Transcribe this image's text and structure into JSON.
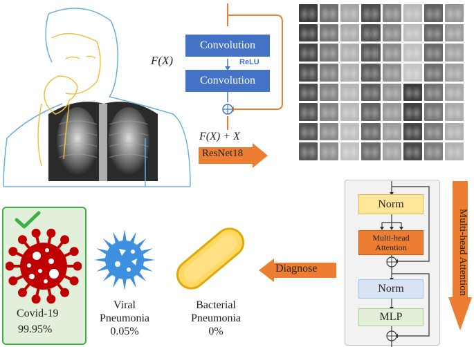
{
  "resnet_block": {
    "fx_label": "F(X)",
    "conv1_label": "Convolution",
    "relu_label": "ReLU",
    "conv2_label": "Convolution",
    "sum_label": "F(X) + X",
    "arrow_label": "ResNet18"
  },
  "transformer_block": {
    "norm1_label": "Norm",
    "mha_label_line1": "Multi-head",
    "mha_label_line2": "Attention",
    "norm2_label": "Norm",
    "mlp_label": "MLP",
    "side_arrow_label": "Multi-head Attention"
  },
  "diagnose_arrow_label": "Diagnose",
  "results": [
    {
      "name_line1": "Covid-19",
      "name_line2": "",
      "value": "99.95%"
    },
    {
      "name_line1": "Viral",
      "name_line2": "Pneumonia",
      "value": "0.05%"
    },
    {
      "name_line1": "Bacterial",
      "name_line2": "Pneumonia",
      "value": "0%"
    }
  ],
  "colors": {
    "conv_blue": "#4472c4",
    "orange": "#ed7d31",
    "norm_yellow": "#ffe699",
    "norm_blue": "#dae3f3",
    "mlp_green": "#e2f0d9",
    "covid_red": "#c00000",
    "viral_blue": "#3d8fe0",
    "bacterial_yellow": "#ffd966",
    "check_green": "#3cb043"
  }
}
